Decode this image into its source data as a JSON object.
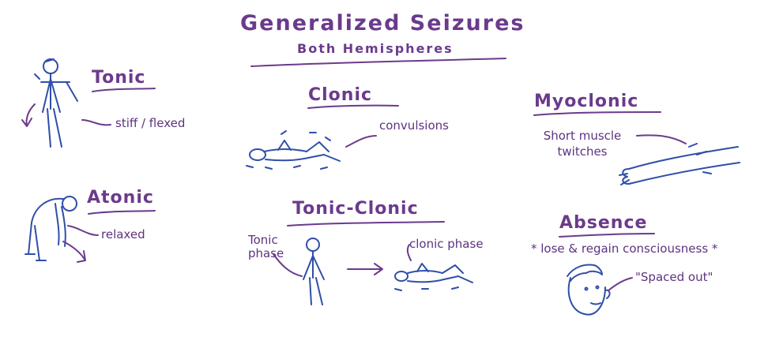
{
  "title": "Generalized Seizures",
  "subtitle": "Both Hemispheres",
  "sections": {
    "tonic": {
      "heading": "Tonic",
      "note": "stiff / flexed"
    },
    "atonic": {
      "heading": "Atonic",
      "note": "relaxed"
    },
    "clonic": {
      "heading": "Clonic",
      "note": "convulsions"
    },
    "tonic_clonic": {
      "heading": "Tonic-Clonic",
      "tonic_phase": "Tonic phase",
      "clonic_phase": "clonic phase"
    },
    "myoclonic": {
      "heading": "Myoclonic",
      "note": "Short muscle twitches"
    },
    "absence": {
      "heading": "Absence",
      "note": "* lose & regain consciousness *",
      "quote": "\"Spaced out\""
    }
  },
  "colors": {
    "ink": "#6b3a8c",
    "figure": "#2f4fa8",
    "background": "#ffffff"
  }
}
